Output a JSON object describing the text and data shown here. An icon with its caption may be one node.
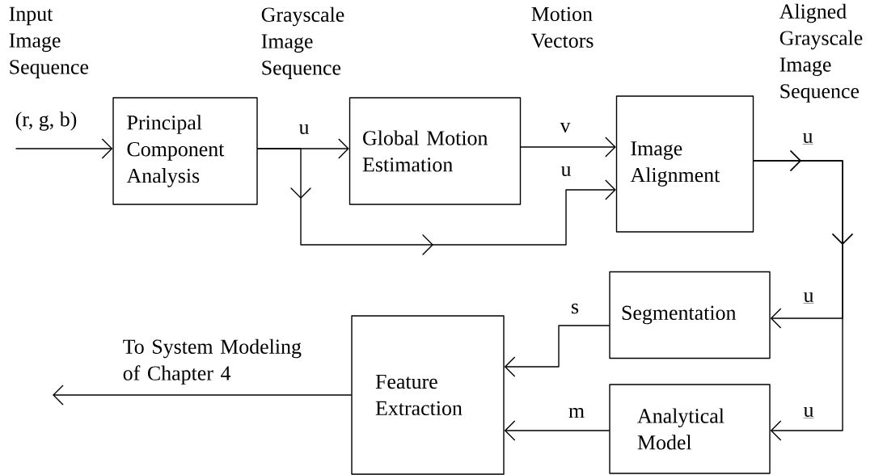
{
  "diagram": {
    "nodes": [
      {
        "text": [
          "Principal Component Analysis"
        ]
      },
      {
        "text": [
          "Global Motion Estimation"
        ]
      },
      {
        "text": [
          "Image Alignment"
        ]
      },
      {
        "text": [
          "Segmentation"
        ]
      },
      {
        "text": [
          "Analytical Model"
        ]
      },
      {
        "text": [
          "Feature Extraction"
        ]
      }
    ],
    "edges": [
      {
        "from": null,
        "to": 0,
        "arrow": "to",
        "label": "(r, g, b)"
      },
      {
        "from": 0,
        "to": 1,
        "arrow": "to",
        "label": "u"
      },
      {
        "from": 0,
        "to": 2,
        "arrow": "to",
        "label": "u"
      },
      {
        "from": 1,
        "to": 2,
        "arrow": "to",
        "label": "v"
      },
      {
        "from": 2,
        "to": 3,
        "arrow": "to",
        "label": "u"
      },
      {
        "from": 2,
        "to": 4,
        "arrow": "to",
        "label": "u"
      },
      {
        "from": 3,
        "to": 5,
        "arrow": "to",
        "label": "s"
      },
      {
        "from": 4,
        "to": 5,
        "arrow": "to",
        "label": "m"
      },
      {
        "from": 5,
        "to": null,
        "arrow": "to",
        "label": "To System Modeling of Chapter 4"
      }
    ],
    "labels": [
      "Input Image Sequence",
      "Grayscale Image Sequence",
      "Motion Vectors",
      "Aligned Grayscale Image Sequence",
      "u"
    ]
  }
}
